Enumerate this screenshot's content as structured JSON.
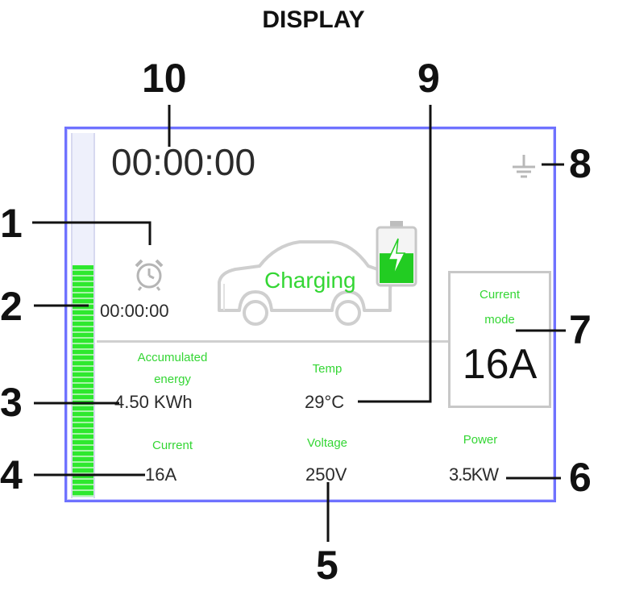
{
  "title": "DISPLAY",
  "screen": {
    "clock": "00:00:00",
    "timer": "00:00:00",
    "status": "Charging",
    "mode_label_line1": "Current",
    "mode_label_line2": "mode",
    "mode_value": "16A",
    "energy_label_line1": "Accumulated",
    "energy_label_line2": "energy",
    "energy_value": "4.50 KWh",
    "temp_label": "Temp",
    "temp_value": "29°C",
    "current_label": "Current",
    "current_value": "16A",
    "voltage_label": "Voltage",
    "voltage_value": "250V",
    "power_label": "Power",
    "power_value": "3.5KW",
    "charge_level_fraction": 0.64,
    "battery_level_fraction": 0.55
  },
  "callouts": [
    "1",
    "2",
    "3",
    "4",
    "5",
    "6",
    "7",
    "8",
    "9",
    "10"
  ],
  "colors": {
    "frame": "#6f72ff",
    "accent_green": "#34d634",
    "text_dark": "#2b2b2b"
  },
  "icons": [
    "alarm-clock-icon",
    "ground-icon",
    "car-outline-icon",
    "battery-charging-icon"
  ]
}
